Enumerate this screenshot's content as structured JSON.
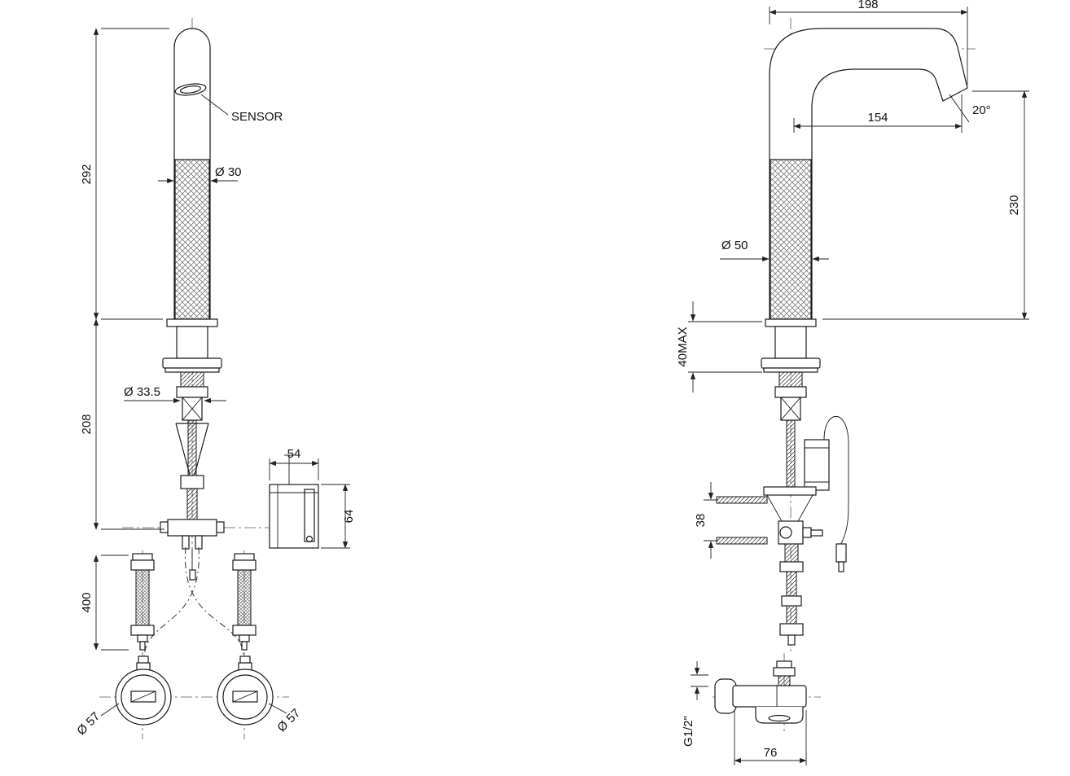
{
  "drawing": {
    "front_view": {
      "sensor": "SENSOR",
      "dim_height_upper": "292",
      "dim_spout_diameter": "Ø 30",
      "dim_height_lower": "208",
      "dim_shank_diameter": "Ø 33.5",
      "dim_box_width": "54",
      "dim_box_depth": "64",
      "dim_hose_length": "400",
      "dim_valve_left": "Ø 57",
      "dim_valve_right": "Ø 57"
    },
    "side_view": {
      "dim_reach_overall": "198",
      "dim_reach_outlet": "154",
      "dim_outlet_angle": "20°",
      "dim_spout_height": "230",
      "dim_body_diameter": "Ø 50",
      "dim_deck_thickness": "40MAX",
      "dim_stud_spacing": "38",
      "dim_elbow_thread": "G1/2\"",
      "dim_elbow_width": "76"
    }
  }
}
